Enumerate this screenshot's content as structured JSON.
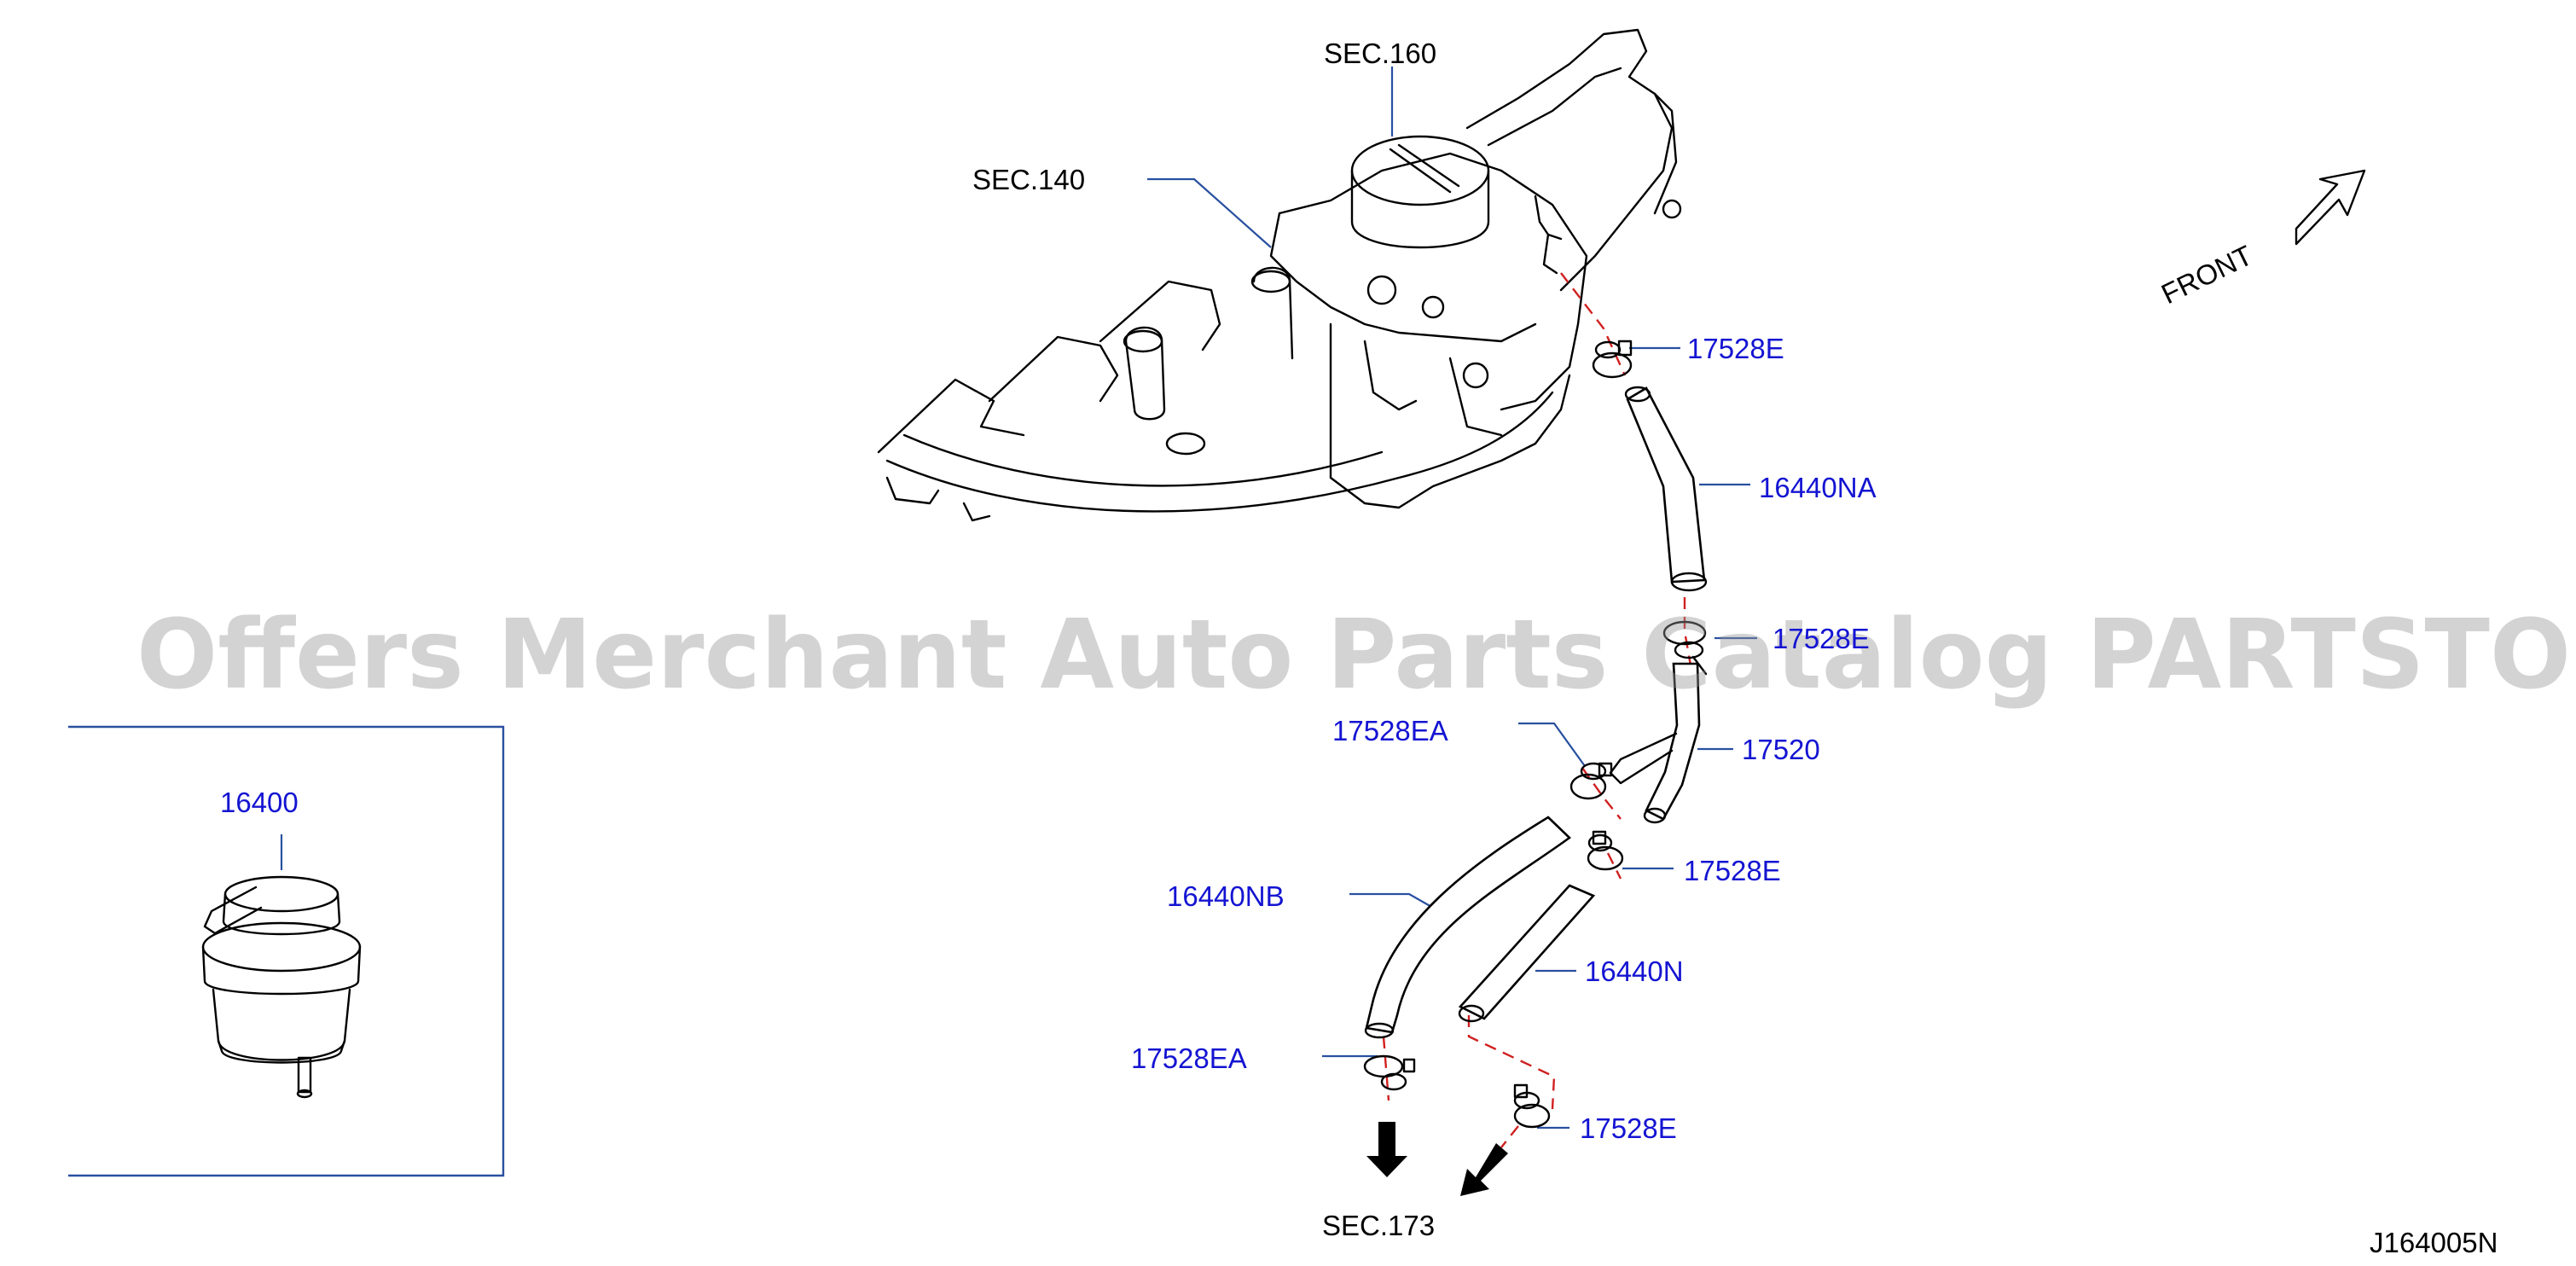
{
  "diagram_id": "J164005N",
  "watermark": "Offers Merchant Auto Parts Catalog PARTSTORE.SA",
  "direction": "FRONT",
  "sections": {
    "sec160": "SEC.160",
    "sec140": "SEC.140",
    "sec173": "SEC.173"
  },
  "parts": {
    "p17528E_top": "17528E",
    "p16440NA": "16440NA",
    "p17528E_mid": "17528E",
    "p17528EA_up": "17528EA",
    "p17520": "17520",
    "p17528E_right": "17528E",
    "p16440NB": "16440NB",
    "p16440N": "16440N",
    "p17528EA_low": "17528EA",
    "p17528E_low": "17528E",
    "p16400": "16400"
  },
  "colors": {
    "part_label": "#1414d2",
    "leader": "#2850a0",
    "hidden_line": "#d02020",
    "outline": "#000000"
  }
}
